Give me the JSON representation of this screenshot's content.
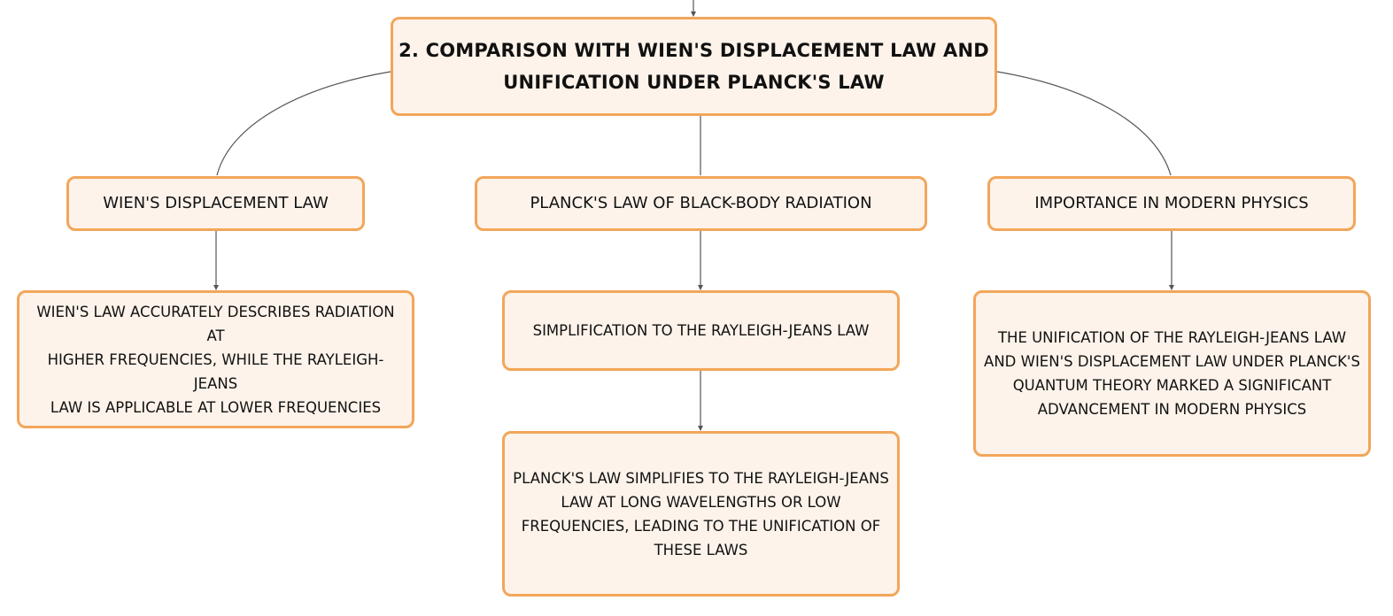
{
  "diagram": {
    "root": {
      "label_line1": "2. COMPARISON WITH WIEN'S DISPLACEMENT LAW AND",
      "label_line2": "UNIFICATION UNDER PLANCK'S LAW"
    },
    "branches": {
      "wien": {
        "label": "WIEN'S DISPLACEMENT LAW",
        "detail_lines": [
          "WIEN'S LAW ACCURATELY DESCRIBES RADIATION AT",
          "HIGHER FREQUENCIES, WHILE THE RAYLEIGH-JEANS",
          "LAW IS APPLICABLE AT LOWER FREQUENCIES"
        ]
      },
      "planck": {
        "label": "PLANCK'S LAW OF BLACK-BODY RADIATION",
        "simplification": "SIMPLIFICATION TO THE RAYLEIGH-JEANS LAW",
        "simplifies_lines": [
          "PLANCK'S LAW SIMPLIFIES TO THE RAYLEIGH-JEANS",
          "LAW AT LONG WAVELENGTHS OR LOW",
          "FREQUENCIES, LEADING TO THE UNIFICATION OF",
          "THESE LAWS"
        ]
      },
      "importance": {
        "label": "IMPORTANCE IN MODERN PHYSICS",
        "detail_lines": [
          "THE UNIFICATION OF THE RAYLEIGH-JEANS LAW",
          "AND WIEN'S DISPLACEMENT LAW UNDER PLANCK'S",
          "QUANTUM THEORY MARKED A SIGNIFICANT",
          "ADVANCEMENT IN MODERN PHYSICS"
        ]
      }
    },
    "colors": {
      "node_fill": "#fdf3ea",
      "node_border": "#f2a65a",
      "connector": "#555555",
      "text": "#111111"
    }
  }
}
